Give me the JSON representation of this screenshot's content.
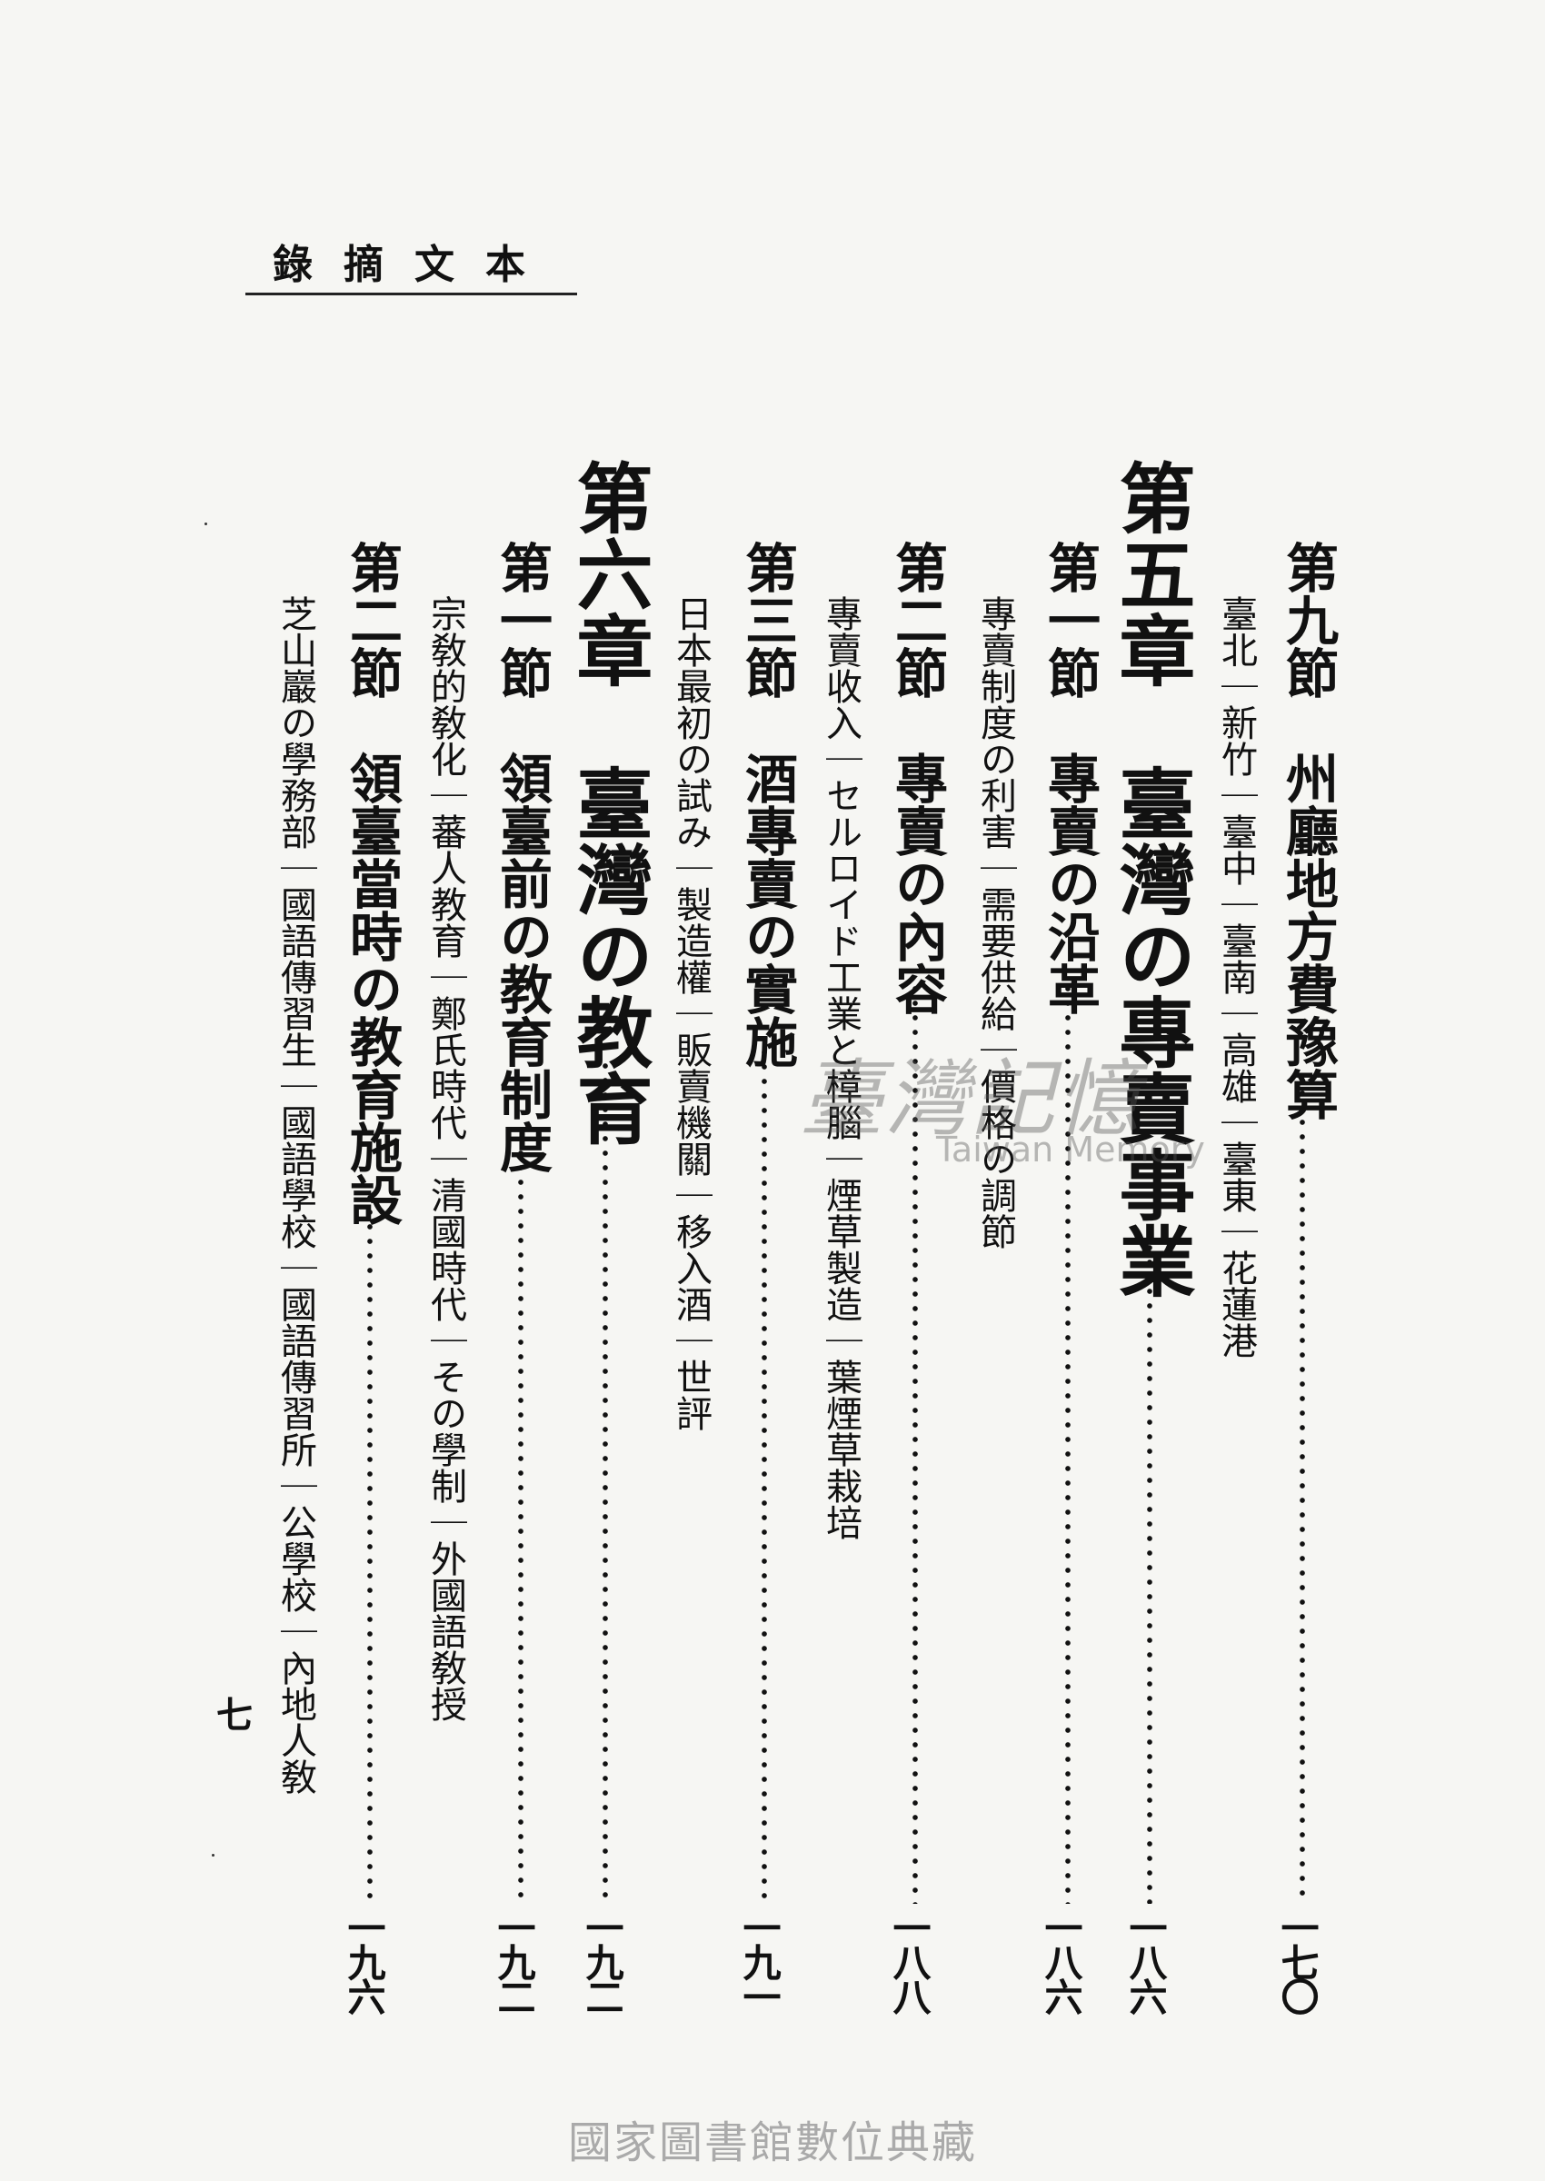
{
  "header": {
    "title": "本文摘錄"
  },
  "columns": [
    {
      "id": "sec9",
      "text": "第九節　州廳地方費豫算",
      "page": "一七〇"
    },
    {
      "id": "sec9-sub",
      "text": "臺北｜新竹｜臺中｜臺南｜高雄｜臺東｜花蓮港"
    },
    {
      "id": "ch5",
      "text": "第五章　臺灣の專賣事業",
      "page": "一八六"
    },
    {
      "id": "ch5-s1",
      "text": "第一節　專賣の沿革",
      "page": "一八六"
    },
    {
      "id": "ch5-s1-sub",
      "text": "專賣制度の利害｜需要供給｜價格の調節"
    },
    {
      "id": "ch5-s2",
      "text": "第二節　專賣の內容",
      "page": "一八八"
    },
    {
      "id": "ch5-s2-sub",
      "text": "專賣收入｜セルロイド工業と樟腦｜煙草製造｜葉煙草栽培"
    },
    {
      "id": "ch5-s3",
      "text": "第三節　酒專賣の實施",
      "page": "一九一"
    },
    {
      "id": "ch5-s3-sub",
      "text": "日本最初の試み｜製造權｜販賣機關｜移入酒｜世評"
    },
    {
      "id": "ch6",
      "text": "第六章　臺灣の教育",
      "page": "一九二"
    },
    {
      "id": "ch6-s1",
      "text": "第一節　領臺前の教育制度",
      "page": "一九二"
    },
    {
      "id": "ch6-s1-sub",
      "text": "宗敎的敎化｜蕃人教育｜鄭氏時代｜清國時代｜その學制｜外國語敎授"
    },
    {
      "id": "ch6-s2",
      "text": "第二節　領臺當時の教育施設",
      "page": "一九六"
    },
    {
      "id": "ch6-s2-sub",
      "text": "芝山巖の學務部｜國語傳習生｜國語學校｜國語傳習所｜公學校｜內地人敎"
    }
  ],
  "folio": "七",
  "watermark": {
    "cn": "臺灣記憶",
    "en": "Taiwan Memory"
  },
  "footer": "國家圖書館數位典藏"
}
